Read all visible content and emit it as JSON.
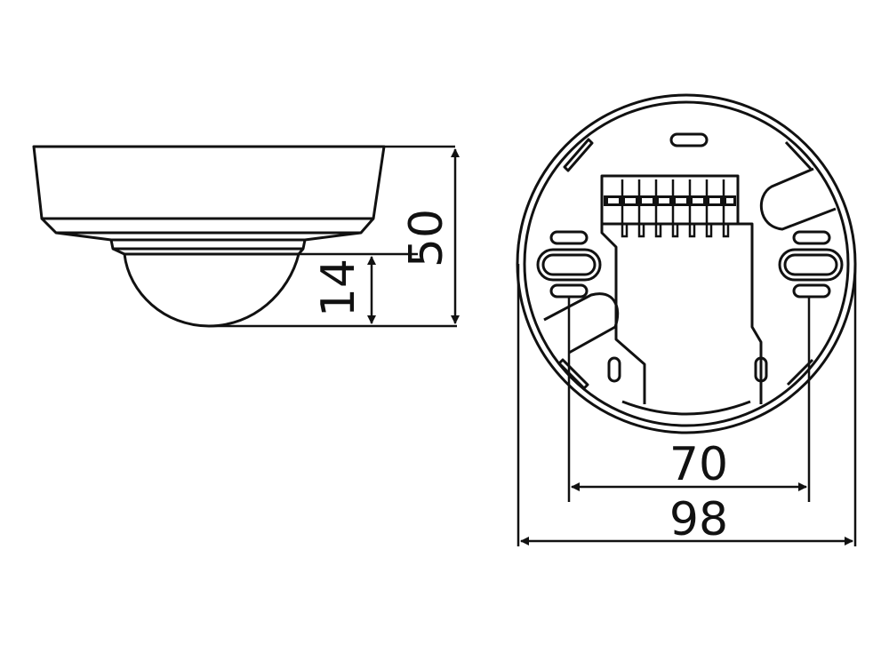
{
  "diagram": {
    "type": "technical-dimension-drawing",
    "colors": {
      "line": "#111111",
      "background": "#ffffff"
    },
    "side_view": {
      "label": "side-view",
      "dimensions": {
        "total_height": "50",
        "dome_height": "14"
      }
    },
    "bottom_view": {
      "label": "bottom-view",
      "terminal_count": 8,
      "dimensions": {
        "hole_spacing": "70",
        "diameter": "98"
      }
    }
  }
}
